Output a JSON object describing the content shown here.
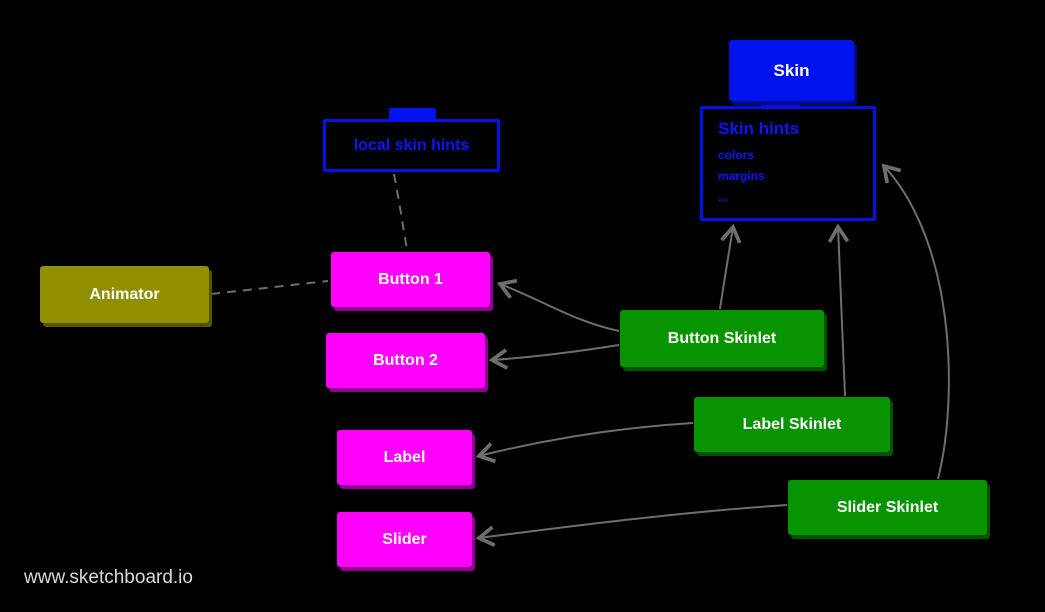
{
  "watermark": "www.sketchboard.io",
  "colors": {
    "background": "#000000",
    "blue": "#0013ee",
    "magenta": "#ff00ff",
    "green": "#089400",
    "olive": "#8f8f00",
    "connector_gray": "#6e6e6e",
    "watermark_text": "#d9d9d9"
  },
  "nodes": {
    "skin": {
      "label": "Skin",
      "color": "#0013ee",
      "text_color": "#ffffff"
    },
    "skin_hints": {
      "title": "Skin hints",
      "items": [
        "colors",
        "margins",
        "..."
      ],
      "border_color": "#0013ee",
      "text_color": "#0b16ff"
    },
    "local_skin_hints": {
      "label": "local skin hints",
      "border_color": "#0013ee",
      "text_color": "#0b16ff"
    },
    "animator": {
      "label": "Animator",
      "color": "#8f8f00",
      "text_color": "#ffffff"
    },
    "button1": {
      "label": "Button 1",
      "color": "#ff00ff",
      "text_color": "#ffffff"
    },
    "button2": {
      "label": "Button 2",
      "color": "#ff00ff",
      "text_color": "#ffffff"
    },
    "label": {
      "label": "Label",
      "color": "#ff00ff",
      "text_color": "#ffffff"
    },
    "slider": {
      "label": "Slider",
      "color": "#ff00ff",
      "text_color": "#ffffff"
    },
    "button_skinlet": {
      "label": "Button Skinlet",
      "color": "#089400",
      "text_color": "#ffffff"
    },
    "label_skinlet": {
      "label": "Label Skinlet",
      "color": "#089400",
      "text_color": "#ffffff"
    },
    "slider_skinlet": {
      "label": "Slider Skinlet",
      "color": "#089400",
      "text_color": "#ffffff"
    }
  },
  "edges": [
    {
      "from": "Button Skinlet",
      "to": "Button 1",
      "style": "solid-arrow"
    },
    {
      "from": "Button Skinlet",
      "to": "Button 2",
      "style": "solid-arrow"
    },
    {
      "from": "Button Skinlet",
      "to": "Skin hints",
      "style": "solid-arrow"
    },
    {
      "from": "Label Skinlet",
      "to": "Label",
      "style": "solid-arrow"
    },
    {
      "from": "Label Skinlet",
      "to": "Skin hints",
      "style": "solid-arrow"
    },
    {
      "from": "Slider Skinlet",
      "to": "Slider",
      "style": "solid-arrow"
    },
    {
      "from": "Slider Skinlet",
      "to": "Skin hints",
      "style": "solid-arrow"
    },
    {
      "from": "Animator",
      "to": "Button 1",
      "style": "dashed"
    },
    {
      "from": "local skin hints",
      "to": "Button 1",
      "style": "dashed"
    },
    {
      "from": "Skin",
      "to": "Skin hints",
      "style": "attached"
    }
  ]
}
